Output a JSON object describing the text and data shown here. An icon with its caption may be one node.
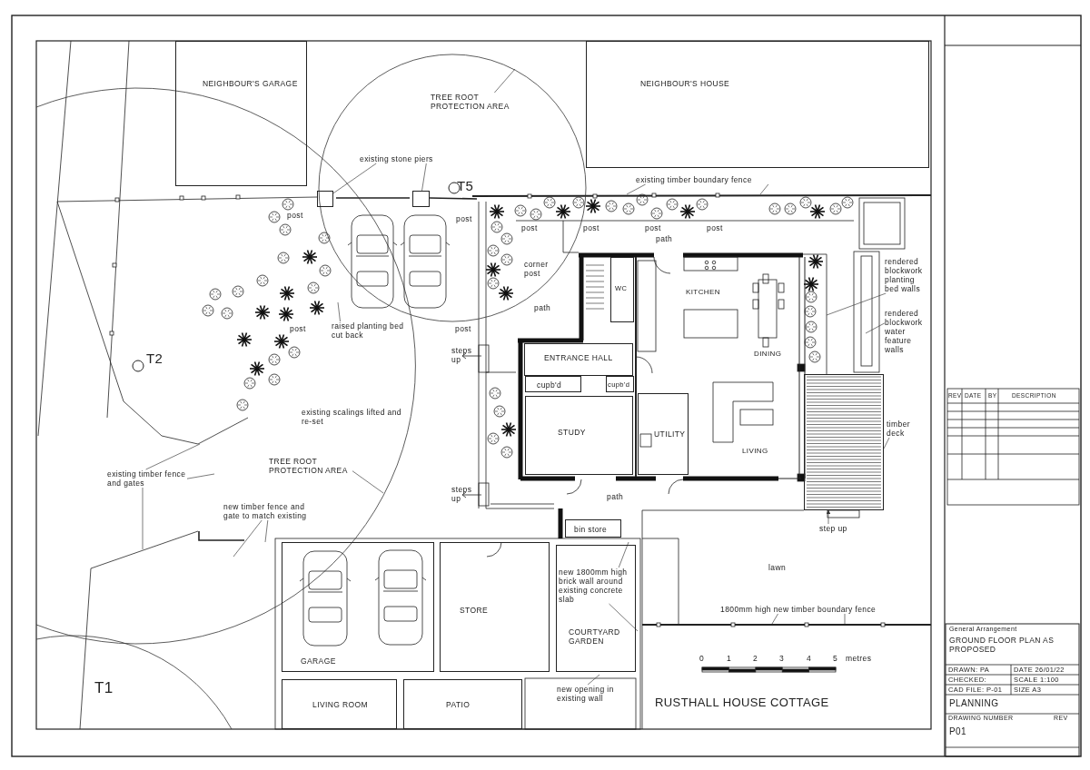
{
  "diagram": {
    "nodes": [
      {
        "text": [
          "NEIGHBOUR'S GARAGE"
        ]
      },
      {
        "text": [
          "NEIGHBOUR'S HOUSE"
        ]
      },
      {
        "text": [
          "TREE ROOT PROTECTION AREA"
        ]
      },
      {
        "text": [
          "existing stone piers"
        ]
      },
      {
        "text": [],
        "shape": "box"
      },
      {
        "text": [],
        "shape": "box"
      },
      {
        "text": [
          "existing timber boundary fence"
        ]
      },
      {
        "text": [
          "raised planting bed cut back"
        ]
      },
      {
        "text": [
          "existing timber fence and gates"
        ]
      },
      {
        "text": [
          "TREE ROOT PROTECTION AREA"
        ]
      },
      {
        "text": [
          "new timber fence and gate to match existing"
        ]
      },
      {
        "text": [
          "rendered blockwork planting bed walls"
        ]
      },
      {
        "text": [
          "rendered blockwork water feature walls"
        ]
      },
      {
        "text": [
          "timber deck"
        ]
      },
      {
        "text": [],
        "shape": "box"
      },
      {
        "text": [
          "step up"
        ]
      },
      {
        "text": [
          "ENTRANCE HALL"
        ]
      },
      {
        "text": [
          "cupb'd"
        ]
      },
      {
        "text": [
          "cupb'd"
        ]
      },
      {
        "text": [
          "WC"
        ]
      },
      {
        "text": [
          "STUDY"
        ]
      },
      {
        "text": [
          "UTILITY"
        ]
      },
      {
        "text": [
          "bin store"
        ]
      },
      {
        "text": [
          "GARAGE"
        ]
      },
      {
        "text": [
          "STORE"
        ]
      },
      {
        "text": [
          "COURTYARD GARDEN"
        ]
      },
      {
        "text": [
          "new 1800mm high brick wall around existing concrete slab"
        ],
        "in": 25
      },
      {
        "text": [
          "LIVING ROOM"
        ]
      },
      {
        "text": [
          "PATIO"
        ]
      },
      {
        "text": [
          "new opening in existing wall"
        ]
      },
      {
        "text": [
          "1800mm high new timber boundary fence"
        ]
      }
    ],
    "edges": [
      {
        "from": 2,
        "to": null,
        "arrow": "none"
      },
      {
        "from": 3,
        "to": 4,
        "arrow": "none"
      },
      {
        "from": 3,
        "to": 5,
        "arrow": "none"
      },
      {
        "from": 6,
        "to": null,
        "arrow": "none"
      },
      {
        "from": 6,
        "to": null,
        "arrow": "none"
      },
      {
        "from": 7,
        "to": null,
        "arrow": "none"
      },
      {
        "from": 8,
        "to": null,
        "arrow": "none"
      },
      {
        "from": 8,
        "to": null,
        "arrow": "none"
      },
      {
        "from": 8,
        "to": null,
        "arrow": "none"
      },
      {
        "from": 9,
        "to": null,
        "arrow": "none"
      },
      {
        "from": 10,
        "to": null,
        "arrow": "none"
      },
      {
        "from": 10,
        "to": null,
        "arrow": "none"
      },
      {
        "from": 11,
        "to": null,
        "arrow": "none"
      },
      {
        "from": 12,
        "to": null,
        "arrow": "none"
      },
      {
        "from": 13,
        "to": 14,
        "arrow": "none"
      },
      {
        "from": 15,
        "to": 14,
        "arrow": "to"
      },
      {
        "from": 26,
        "to": null,
        "arrow": "none"
      },
      {
        "from": 26,
        "to": null,
        "arrow": "none"
      },
      {
        "from": 29,
        "to": null,
        "arrow": "none"
      },
      {
        "from": 30,
        "to": null,
        "arrow": "none"
      },
      {
        "from": 30,
        "to": null,
        "arrow": "none"
      }
    ],
    "labels": [
      "T5",
      "post",
      "post",
      "post",
      "post",
      "post",
      "post",
      "path",
      "corner post",
      "KITCHEN",
      "path",
      "post",
      "post",
      "DINING",
      "steps up",
      "T2",
      "existing scalings lifted and re-set",
      "LIVING",
      "steps up",
      "path",
      "lawn",
      "T1",
      "0",
      "1",
      "2",
      "3",
      "4",
      "5",
      "metres",
      "RUSTHALL HOUSE COTTAGE",
      "REV",
      "DATE",
      "BY",
      "DESCRIPTION",
      "General Arrangement",
      "GROUND FLOOR PLAN AS PROPOSED",
      "DRAWN: PA",
      "DATE 26/01/22",
      "CHECKED:",
      "SCALE 1:100",
      "CAD FILE: P-01",
      "SIZE A3",
      "PLANNING",
      "DRAWING NUMBER",
      "REV",
      "P01"
    ]
  }
}
